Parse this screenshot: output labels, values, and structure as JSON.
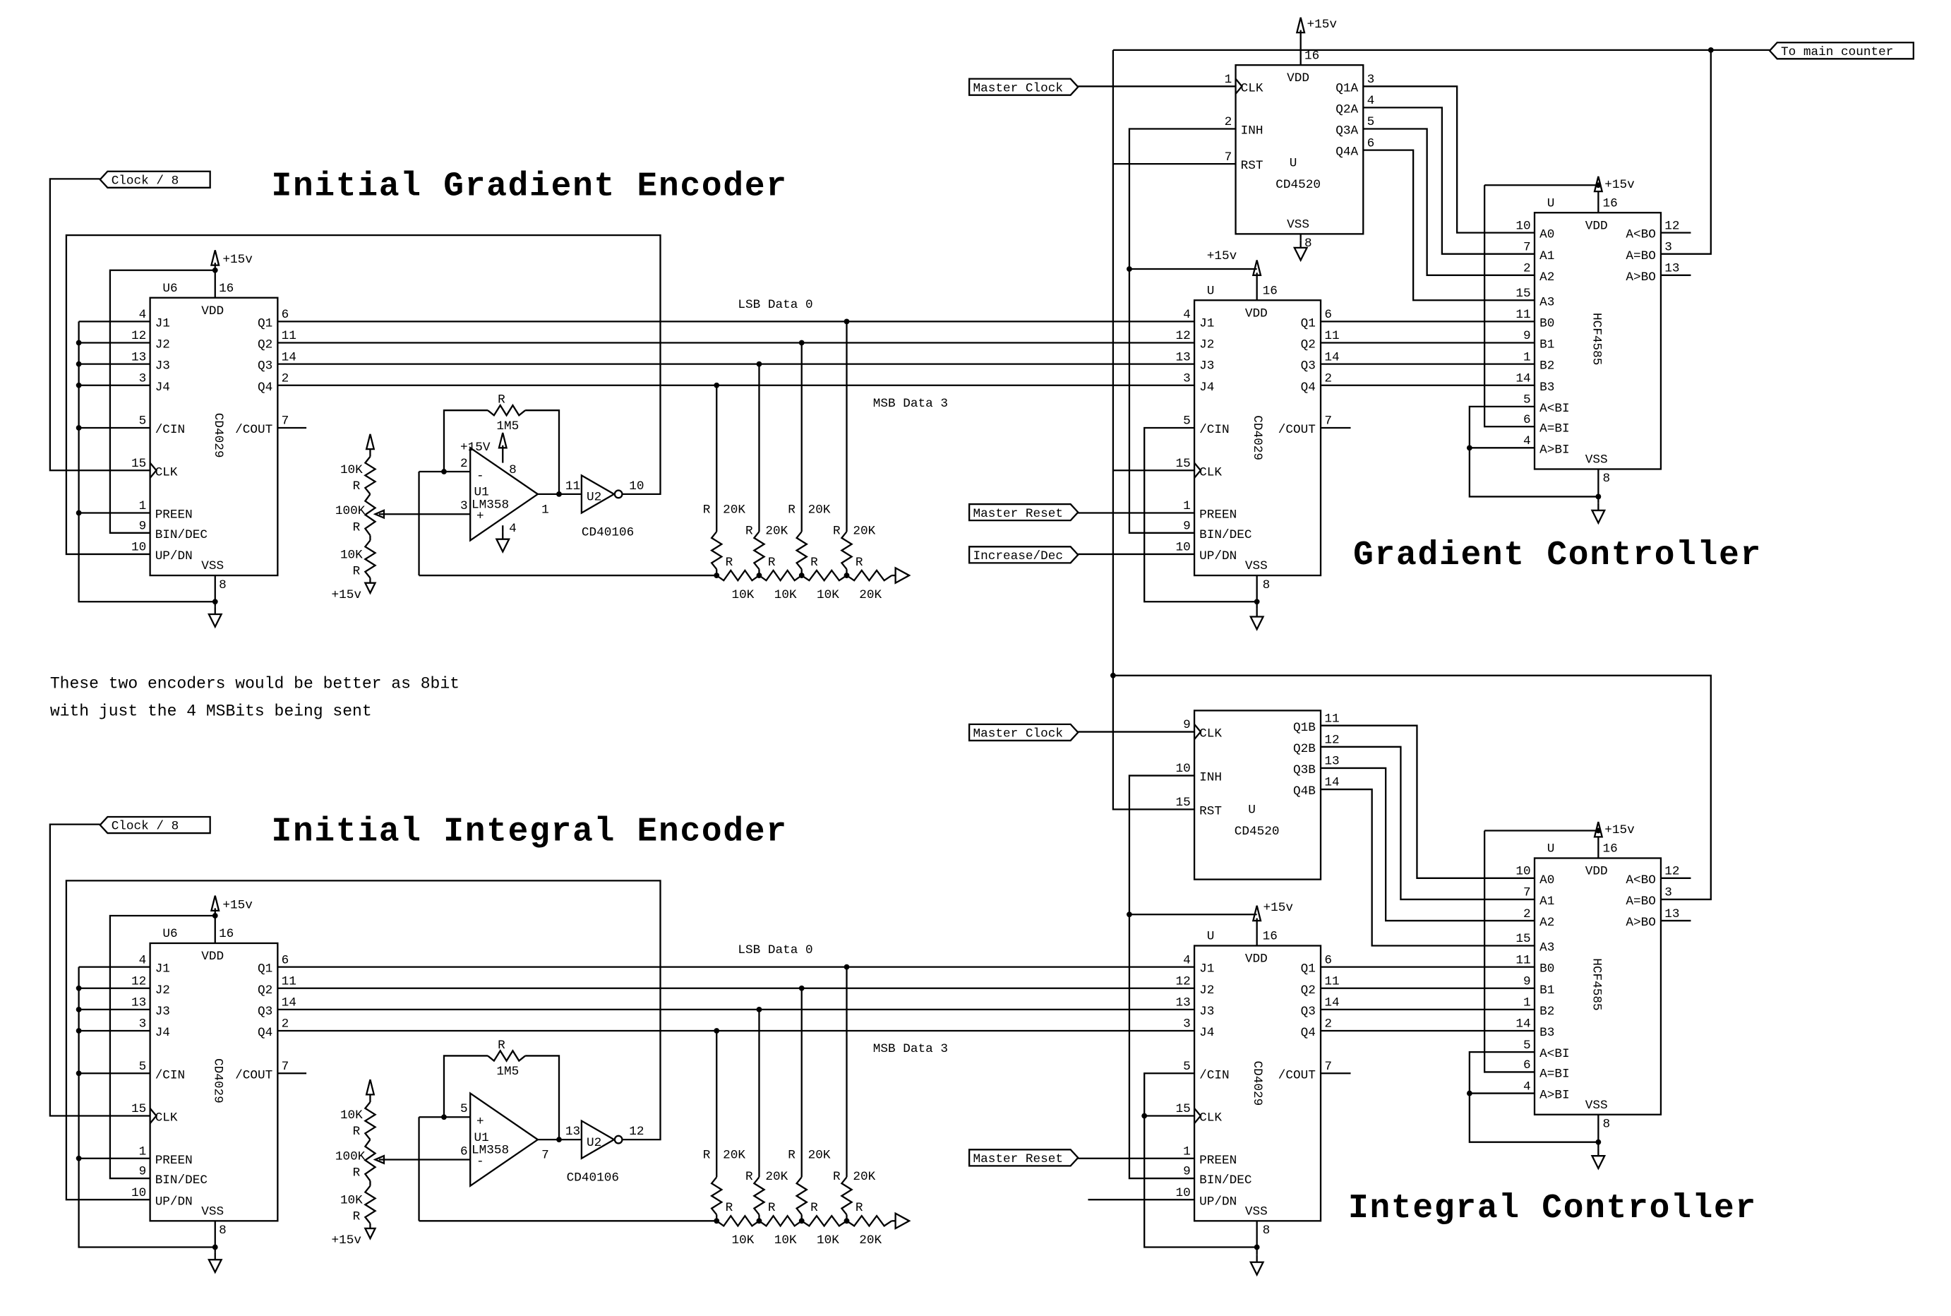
{
  "titles": {
    "gradient_encoder": "Initial Gradient Encoder",
    "integral_encoder": "Initial Integral Encoder",
    "gradient_controller": "Gradient Controller",
    "integral_controller": "Integral Controller"
  },
  "note": [
    "These two encoders would be better as 8bit",
    "with just the 4 MSBits being sent"
  ],
  "ports": {
    "clock_div8": "Clock / 8",
    "master_clock": "Master Clock",
    "master_reset": "Master Reset",
    "increase_dec": "Increase/Dec",
    "to_main_counter": "To main counter"
  },
  "power": {
    "vcc": "+15v",
    "vcc_upper": "+15V"
  },
  "bus_labels": {
    "lsb": "LSB Data 0",
    "msb": "MSB Data 3"
  },
  "cd4029_pins": {
    "left": [
      {
        "num": "4",
        "label": "J1"
      },
      {
        "num": "12",
        "label": "J2"
      },
      {
        "num": "13",
        "label": "J3"
      },
      {
        "num": "3",
        "label": "J4"
      },
      {
        "num": "5",
        "label": "/CIN"
      },
      {
        "num": "15",
        "label": "CLK"
      },
      {
        "num": "1",
        "label": "PREEN"
      },
      {
        "num": "9",
        "label": "BIN/DEC"
      },
      {
        "num": "10",
        "label": "UP/DN"
      }
    ],
    "right": [
      {
        "num": "6",
        "label": "Q1"
      },
      {
        "num": "11",
        "label": "Q2"
      },
      {
        "num": "14",
        "label": "Q3"
      },
      {
        "num": "2",
        "label": "Q4"
      },
      {
        "num": "7",
        "label": "/COUT"
      }
    ],
    "top": {
      "num": "16",
      "label": "VDD"
    },
    "bottom": {
      "num": "8",
      "label": "VSS"
    },
    "part": "CD4029"
  },
  "hcf4585_pins": {
    "left": [
      {
        "num": "10",
        "label": "A0"
      },
      {
        "num": "7",
        "label": "A1"
      },
      {
        "num": "2",
        "label": "A2"
      },
      {
        "num": "15",
        "label": "A3"
      },
      {
        "num": "11",
        "label": "B0"
      },
      {
        "num": "9",
        "label": "B1"
      },
      {
        "num": "1",
        "label": "B2"
      },
      {
        "num": "14",
        "label": "B3"
      },
      {
        "num": "5",
        "label": "A<BI"
      },
      {
        "num": "6",
        "label": "A=BI"
      },
      {
        "num": "4",
        "label": "A>BI"
      }
    ],
    "right": [
      {
        "num": "12",
        "label": "A<BO"
      },
      {
        "num": "3",
        "label": "A=BO"
      },
      {
        "num": "13",
        "label": "A>BO"
      }
    ],
    "top": {
      "num": "16",
      "label": "VDD"
    },
    "bottom": {
      "num": "8",
      "label": "VSS"
    },
    "part": "HCF4585"
  },
  "cd4520_a": {
    "left": [
      {
        "num": "1",
        "label": "CLK"
      },
      {
        "num": "2",
        "label": "INH"
      },
      {
        "num": "7",
        "label": "RST"
      }
    ],
    "right": [
      {
        "num": "3",
        "label": "Q1A"
      },
      {
        "num": "4",
        "label": "Q2A"
      },
      {
        "num": "5",
        "label": "Q3A"
      },
      {
        "num": "6",
        "label": "Q4A"
      }
    ],
    "top": {
      "num": "16",
      "label": "VDD"
    },
    "bottom": {
      "num": "8",
      "label": "VSS"
    },
    "part": "CD4520",
    "ref": "U"
  },
  "cd4520_b": {
    "left": [
      {
        "num": "9",
        "label": "CLK"
      },
      {
        "num": "10",
        "label": "INH"
      },
      {
        "num": "15",
        "label": "RST"
      }
    ],
    "right": [
      {
        "num": "11",
        "label": "Q1B"
      },
      {
        "num": "12",
        "label": "Q2B"
      },
      {
        "num": "13",
        "label": "Q3B"
      },
      {
        "num": "14",
        "label": "Q4B"
      }
    ],
    "part": "CD4520",
    "ref": "U"
  },
  "refs": {
    "encoder": "U6",
    "controller": "U"
  },
  "encoders": {
    "gradient": {
      "opamp": {
        "ref": "U1",
        "part": "LM358",
        "in_top": "2",
        "in_top_sign": "-",
        "in_bot": "3",
        "in_bot_sign": "+",
        "out": "1",
        "vplus": "8",
        "vminus": "4"
      },
      "inverter": {
        "ref": "U2",
        "part": "CD40106",
        "in": "11",
        "out": "10"
      }
    },
    "integral": {
      "opamp": {
        "ref": "U1",
        "part": "LM358",
        "in_top": "5",
        "in_top_sign": "+",
        "in_bot": "6",
        "in_bot_sign": "-",
        "out": "7"
      },
      "inverter": {
        "ref": "U2",
        "part": "CD40106",
        "in": "13",
        "out": "12"
      }
    }
  },
  "components": {
    "feedback": {
      "ref": "R",
      "value": "1M5"
    },
    "pot": {
      "top": "10K",
      "mid": "100K",
      "bot": "10K",
      "ref": "R"
    },
    "ladder": {
      "ref": "R",
      "vertical": "20K",
      "h1": "10K",
      "h2": "10K",
      "h3": "10K",
      "h4": "20K"
    }
  }
}
